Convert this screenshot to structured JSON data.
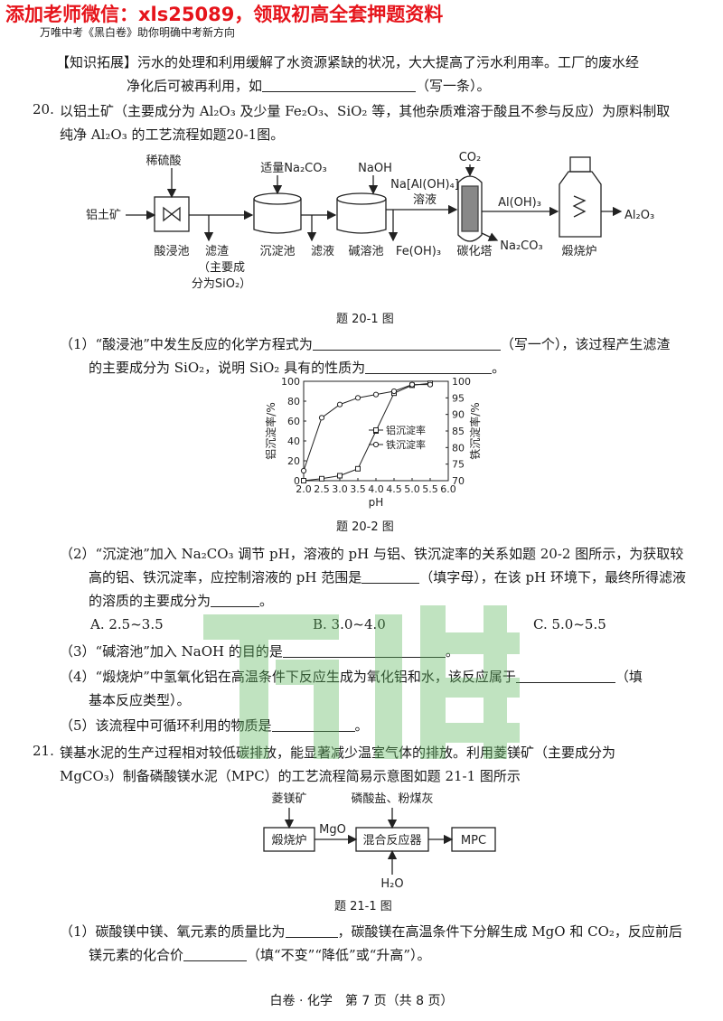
{
  "banner": "添加老师微信：xls25089，领取初高全套押题资料",
  "subheader": "万唯中考《黑白卷》助你明确中考新方向",
  "knowledge": {
    "line1": "【知识拓展】污水的处理和利用缓解了水资源紧缺的状况，大大提高了污水利用率。工厂的废水经",
    "line2a": "净化后可被再利用，如",
    "line2b": "（写一条）。"
  },
  "q20": {
    "number": "20.",
    "line1": "以铝土矿（主要成分为 Al₂O₃ 及少量 Fe₂O₃、SiO₂ 等，其他杂质难溶于酸且不参与反应）为原料制取",
    "line2": "纯净 Al₂O₃ 的工艺流程如题20-1图。",
    "flow": {
      "reagent1": "稀硫酸",
      "reagent2": "适量Na₂CO₃",
      "reagent3": "NaOH",
      "reagent4": "CO₂",
      "feed": "铝土矿",
      "unit1": "酸浸池",
      "unit2": "沉淀池",
      "unit3": "碱溶池",
      "unit4": "碳化塔",
      "unit5": "煅烧炉",
      "out1": "滤渣",
      "out1_note1": "（主要成",
      "out1_note2": "分为SiO₂）",
      "out2": "滤液",
      "out3": "Fe(OH)₃",
      "mid1": "Na[Al(OH)₄]",
      "mid2": "溶液",
      "mid3": "Al(OH)₃",
      "out4": "Na₂CO₃",
      "product": "Al₂O₃"
    },
    "fig1_caption": "题 20-1 图",
    "p1_a": "（1）“酸浸池”中发生反应的化学方程式为",
    "p1_b": "（写一个），该过程产生滤渣",
    "p1_c": "的主要成分为 SiO₂，说明 SiO₂ 具有的性质为",
    "p1_d": "。",
    "fig2_caption": "题 20-2 图",
    "p2_a": "（2）“沉淀池”加入 Na₂CO₃ 调节 pH，溶液的 pH 与铝、铁沉淀率的关系如题 20-2 图所示，为获取较",
    "p2_b": "高的铝、铁沉淀率，应控制溶液的 pH 范围是",
    "p2_c": "（填字母），在该 pH 环境下，最终所得滤液",
    "p2_d": "的溶质的主要成分为",
    "p2_e": "。",
    "opt_a": "A. 2.5~3.5",
    "opt_b": "B. 3.0~4.0",
    "opt_c": "C. 5.0~5.5",
    "p3_a": "（3）“碱溶池”加入 NaOH 的目的是",
    "p3_b": "。",
    "p4_a": "（4）“煅烧炉”中氢氧化铝在高温条件下反应生成为氧化铝和水，该反应属于",
    "p4_b": "（填",
    "p4_c": "基本反应类型）。",
    "p5_a": "（5）该流程中可循环利用的物质是",
    "p5_b": "。"
  },
  "chart_data": {
    "type": "line",
    "xlabel": "pH",
    "ylabel_left": "铝沉淀率/%",
    "ylabel_right": "铁沉淀率/%",
    "xlim": [
      2.0,
      6.0
    ],
    "ylim_left": [
      0,
      100
    ],
    "ylim_right": [
      70,
      100
    ],
    "x_ticks": [
      "2.0",
      "2.5",
      "3.0",
      "3.5",
      "4.0",
      "4.5",
      "5.0",
      "5.5",
      "6.0"
    ],
    "y_left_ticks": [
      "0",
      "20",
      "40",
      "60",
      "80",
      "100"
    ],
    "y_right_ticks": [
      "70",
      "75",
      "80",
      "85",
      "90",
      "95",
      "100"
    ],
    "series": [
      {
        "name": "铝沉淀率",
        "axis": "left",
        "marker": "square",
        "x": [
          2.0,
          2.5,
          3.0,
          3.5,
          4.0,
          4.5,
          5.0,
          5.5
        ],
        "y": [
          0,
          2,
          5,
          12,
          50,
          88,
          96,
          98
        ]
      },
      {
        "name": "铁沉淀率",
        "axis": "right",
        "marker": "circle",
        "x": [
          2.0,
          2.5,
          3.0,
          3.5,
          4.0,
          4.5,
          5.0,
          5.5
        ],
        "y": [
          73,
          89,
          93,
          95,
          96,
          97,
          99,
          99
        ]
      }
    ],
    "legend": "right"
  },
  "q21": {
    "number": "21.",
    "line1": "镁基水泥的生产过程相对较低碳排放，能显著减少温室气体的排放。利用菱镁矿（主要成分为",
    "line2": "MgCO₃）制备磷酸镁水泥（MPC）的工艺流程简易示意图如题 21-1 图所示",
    "flow": {
      "in1": "菱镁矿",
      "in2": "磷酸盐、粉煤灰",
      "box1": "煅烧炉",
      "arrow_label": "MgO",
      "box2": "混合反应器",
      "box3": "MPC",
      "in3": "H₂O"
    },
    "fig_caption": "题 21-1 图",
    "p1_a": "（1）碳酸镁中镁、氧元素的质量比为",
    "p1_b": "，碳酸镁在高温条件下分解生成 MgO 和 CO₂，反应前后",
    "p1_c": "镁元素的化合价",
    "p1_d": "（填“不变”“降低”或“升高”）。"
  },
  "footer": "白卷 · 化学　第 7 页（共 8 页）",
  "watermark": "万唯",
  "colors": {
    "banner": "#e6141b",
    "watermark": "#4caf50"
  }
}
